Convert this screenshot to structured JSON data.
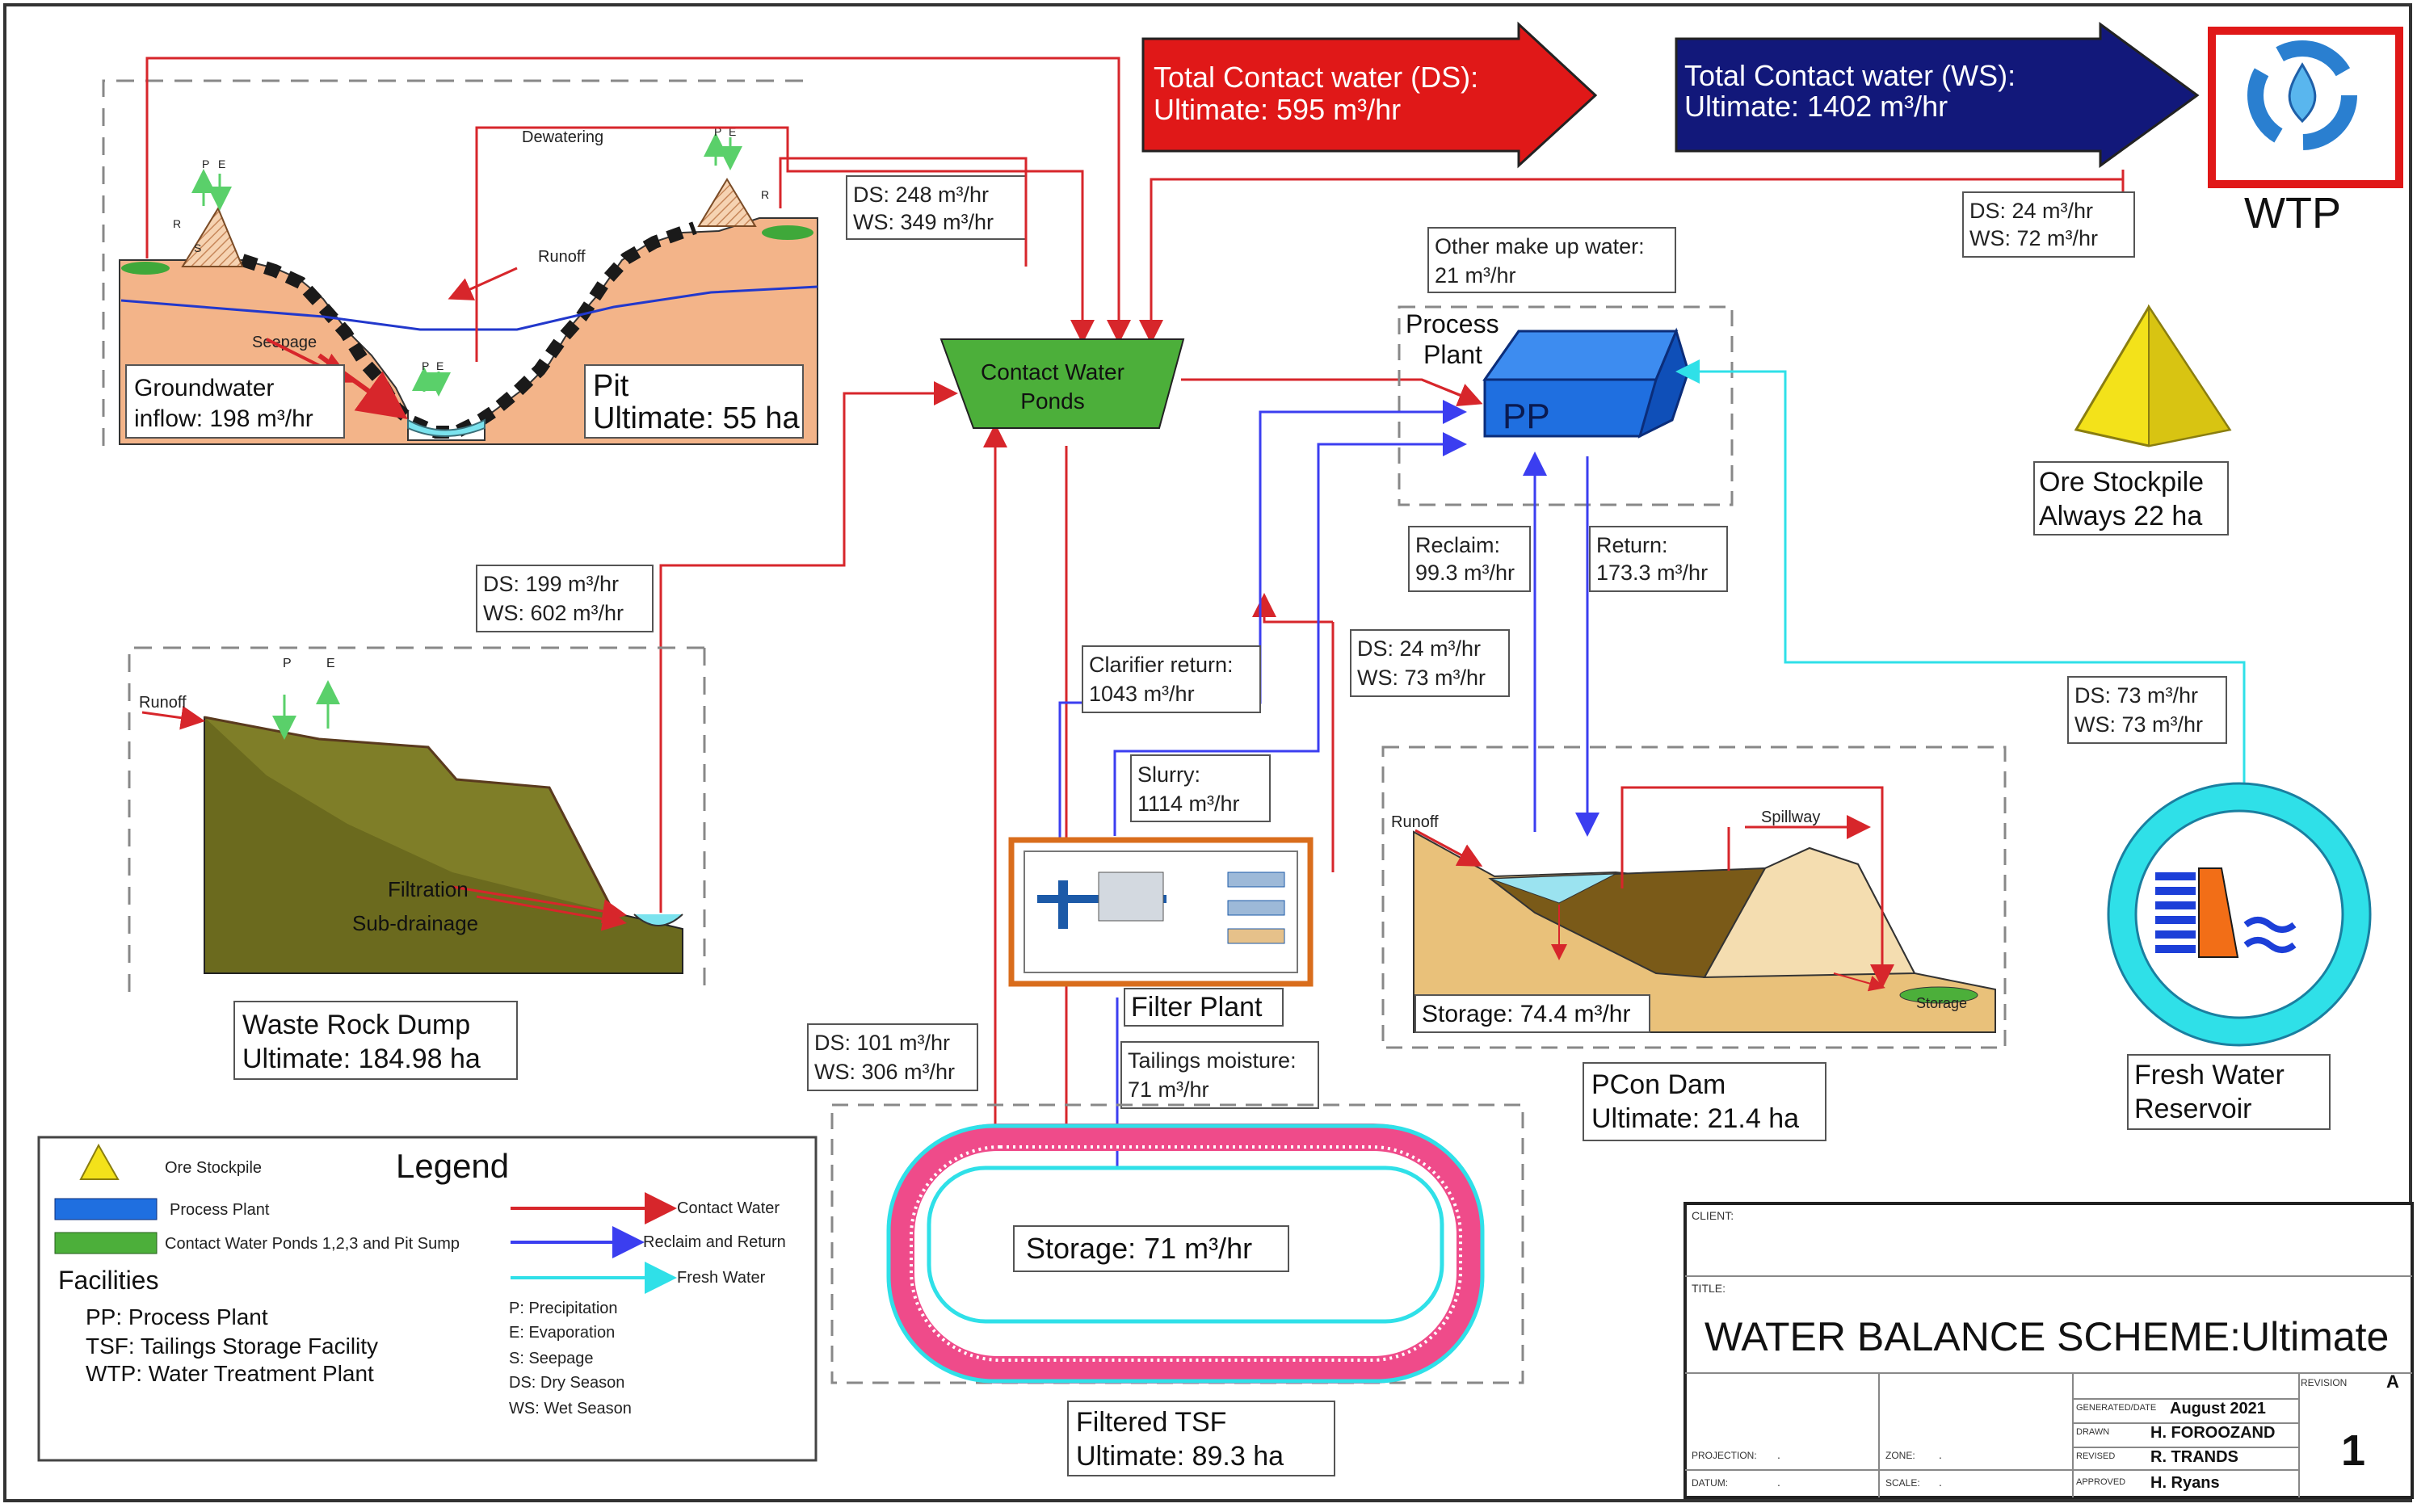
{
  "banners": {
    "ds_line1": "Total Contact water (DS):",
    "ds_line2": "Ultimate: 595 m³/hr",
    "ws_line1": "Total Contact water (WS):",
    "ws_line2": "Ultimate: 1402 m³/hr"
  },
  "wtp": {
    "label": "WTP"
  },
  "pit": {
    "dewatering": "Dewatering",
    "runoff": "Runoff",
    "seepage": "Seepage",
    "groundwater_1": "Groundwater",
    "groundwater_2": "inflow: 198 m³/hr",
    "pit_1": "Pit",
    "pit_2": "Ultimate: 55 ha",
    "flow_ds": "DS: 248 m³/hr",
    "flow_ws": "WS: 349 m³/hr",
    "p": "P",
    "e": "E",
    "s": "S",
    "r": "R"
  },
  "ponds": {
    "line1": "Contact Water",
    "line2": "Ponds"
  },
  "process_plant": {
    "makeup_1": "Other make up water:",
    "makeup_2": "21 m³/hr",
    "title_1": "Process",
    "title_2": "Plant",
    "pp": "PP",
    "reclaim_1": "Reclaim:",
    "reclaim_2": "99.3 m³/hr",
    "return_1": "Return:",
    "return_2": "173.3 m³/hr"
  },
  "ore": {
    "flow_ds": "DS: 24 m³/hr",
    "flow_ws": "WS: 72 m³/hr",
    "title_1": "Ore Stockpile",
    "title_2": "Always 22 ha"
  },
  "waste_rock": {
    "flow_ds": "DS: 199 m³/hr",
    "flow_ws": "WS: 602 m³/hr",
    "runoff": "Runoff",
    "filtration": "Filtration",
    "subdrainage": "Sub-drainage",
    "title_1": "Waste Rock Dump",
    "title_2": "Ultimate: 184.98 ha",
    "p": "P",
    "e": "E"
  },
  "clarifier": {
    "line1": "Clarifier return:",
    "line2": "1043 m³/hr"
  },
  "slurry": {
    "line1": "Slurry:",
    "line2": "1114 m³/hr"
  },
  "pcon_flow": {
    "ds": "DS: 24 m³/hr",
    "ws": "WS: 73 m³/hr"
  },
  "fresh_flow": {
    "ds": "DS: 73 m³/hr",
    "ws": "WS: 73 m³/hr"
  },
  "filter_plant": {
    "label": "Filter Plant"
  },
  "tailings": {
    "line1": "Tailings moisture:",
    "line2": "71 m³/hr"
  },
  "tsf_flow": {
    "ds": "DS: 101 m³/hr",
    "ws": "WS: 306 m³/hr"
  },
  "pcon": {
    "runoff": "Runoff",
    "spillway": "Spillway",
    "storage_box": "Storage: 74.4 m³/hr",
    "storage_small": "Storage",
    "title_1": "PCon Dam",
    "title_2": "Ultimate: 21.4 ha"
  },
  "fresh_water": {
    "title_1": "Fresh Water",
    "title_2": "Reservoir"
  },
  "tsf": {
    "storage": "Storage: 71 m³/hr",
    "title_1": "Filtered TSF",
    "title_2": "Ultimate: 89.3 ha"
  },
  "legend": {
    "title": "Legend",
    "ore": "Ore Stockpile",
    "pp": "Process Plant",
    "ponds": "Contact Water Ponds 1,2,3 and Pit Sump",
    "contact": "Contact Water",
    "reclaim": "Reclaim and Return",
    "fresh": "Fresh Water",
    "facilities": "Facilities",
    "pp_def": "PP: Process Plant",
    "tsf_def": "TSF: Tailings Storage Facility",
    "wtp_def": "WTP: Water Treatment Plant",
    "p_def": "P: Precipitation",
    "e_def": "E: Evaporation",
    "s_def": "S: Seepage",
    "ds_def": "DS: Dry Season",
    "ws_def": "WS: Wet Season"
  },
  "titleblock": {
    "client": "CLIENT:",
    "title_label": "TITLE:",
    "title": "WATER BALANCE SCHEME:Ultimate",
    "revision_label": "REVISION",
    "revision": "A",
    "date_label": "GENERATED/DATE",
    "date": "August 2021",
    "drawn_label": "DRAWN",
    "drawn": "H. FOROOZAND",
    "checked_label": "REVISED",
    "checked": "R. TRANDS",
    "approved_label": "APPROVED",
    "approved": "H. Ryans",
    "projection_label": "PROJECTION:",
    "zone_label": "ZONE:",
    "datum_label": "DATUM:",
    "scale_label": "SCALE:",
    "dot": ".",
    "sheet": "1"
  },
  "colors": {
    "contact": "#d7262b",
    "reclaim": "#3b3ef0",
    "fresh": "#2fe0e8",
    "pond": "#4caf3a",
    "pp": "#1f6fe0",
    "ore": "#f3e21a",
    "soil": "#f3b489",
    "rock": "#6b6a1e",
    "dam": "#e9c17a"
  }
}
